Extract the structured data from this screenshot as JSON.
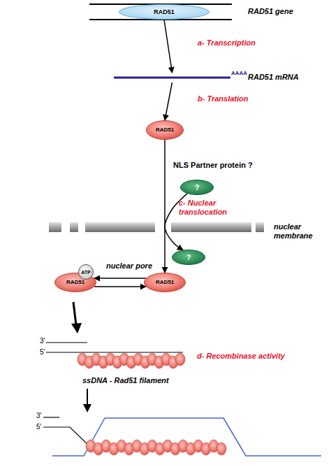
{
  "diagram": {
    "nodes": [
      {
        "text": [
          "RAD51",
          "RAD51 gene"
        ]
      },
      {
        "text": [
          "AAAA",
          "RAD51 mRNA"
        ]
      },
      {
        "text": [
          "RAD51"
        ]
      },
      {
        "text": [
          "?"
        ]
      },
      {
        "text": [
          "?"
        ]
      },
      {
        "text": [
          "RAD51"
        ]
      },
      {
        "text": [
          "ATP"
        ],
        "in": 5
      },
      {
        "text": [
          "RAD51"
        ]
      }
    ],
    "edges": [
      {
        "from": 0,
        "to": 1,
        "arrow": "to",
        "label": "a- Transcription"
      },
      {
        "from": 1,
        "to": 2,
        "arrow": "to",
        "label": "b- Translation"
      },
      {
        "from": 2,
        "to": 7,
        "arrow": "to",
        "label": "c- Nuclear translocation"
      },
      {
        "from": 3,
        "to": 4,
        "arrow": "to"
      },
      {
        "from": 7,
        "to": 5,
        "arrow": "to"
      },
      {
        "from": 5,
        "to": 7,
        "arrow": "to"
      }
    ],
    "labels": [
      "NLS Partner protein ?",
      "nuclear membrane",
      "nuclear pore",
      "d- Recombinase activity",
      "3'",
      "5'",
      "ssDNA - Rad51 filament",
      "3'",
      "5'"
    ]
  }
}
